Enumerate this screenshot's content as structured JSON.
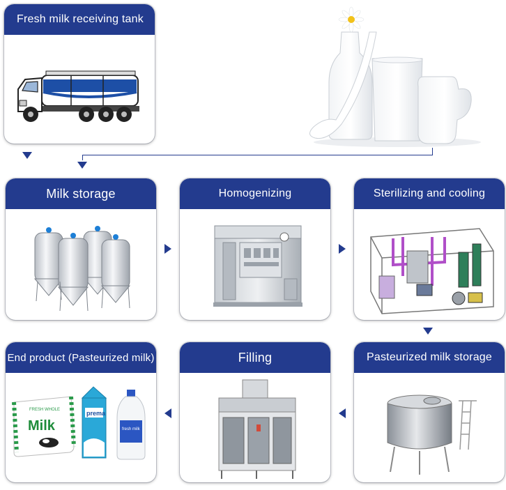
{
  "steps": {
    "fresh_tank": "Fresh milk receiving tank",
    "milk_storage": "Milk storage",
    "homogenizing": "Homogenizing",
    "sterilizing": "Sterilizing and cooling",
    "pasteurized_storage": "Pasteurized milk storage",
    "filling": "Filling",
    "end_product": "End product (Pasteurized milk)"
  },
  "labels": {
    "pouch_brand": "Milk",
    "pouch_top": "FRESH WHOLE",
    "carton_brand": "prema",
    "bottle_brand": "fresh milk"
  },
  "colors": {
    "header": "#233b8e",
    "arrow": "#233b8e"
  }
}
